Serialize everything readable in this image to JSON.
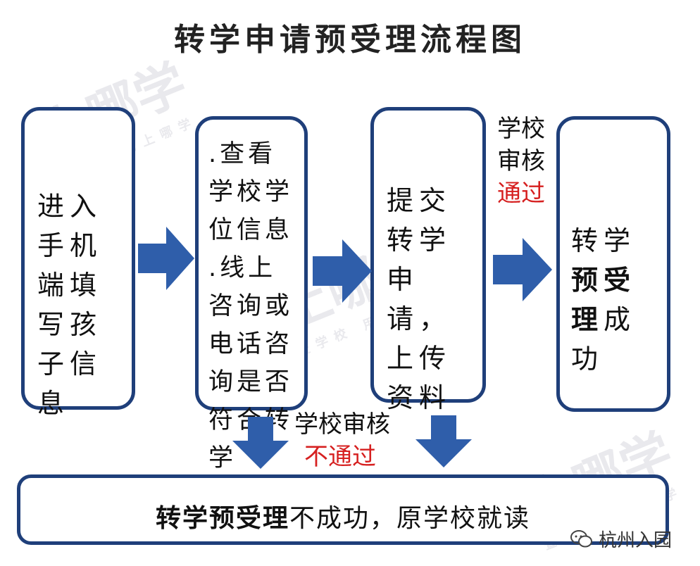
{
  "title": "转学申请预受理流程图",
  "steps": [
    {
      "text": "进入手机端填写孩子信息"
    },
    {
      "lines": [
        ".查看学校学位信息",
        ".线上咨询或电话咨询是否符合转学"
      ]
    },
    {
      "text": "提交转学申请，上传资料"
    },
    {
      "segments": [
        {
          "t": "转学",
          "bold": false
        },
        {
          "t": "预受理",
          "bold": true
        },
        {
          "t": "成功",
          "bold": false
        }
      ]
    }
  ],
  "review_pass": {
    "line1": "学校",
    "line2": "审核",
    "status": "通过"
  },
  "review_fail": {
    "label": "学校审核",
    "status": "不通过"
  },
  "result_fail": {
    "bold": "转学预受理",
    "rest": "不成功，原学校就读"
  },
  "watermark": {
    "brand": "上哪学",
    "tagline": "查学校 用上哪学"
  },
  "footer": {
    "text": "杭州入园"
  },
  "colors": {
    "border": "#1f3f7a",
    "arrow": "#2f5eaa",
    "fail": "#d62020"
  }
}
